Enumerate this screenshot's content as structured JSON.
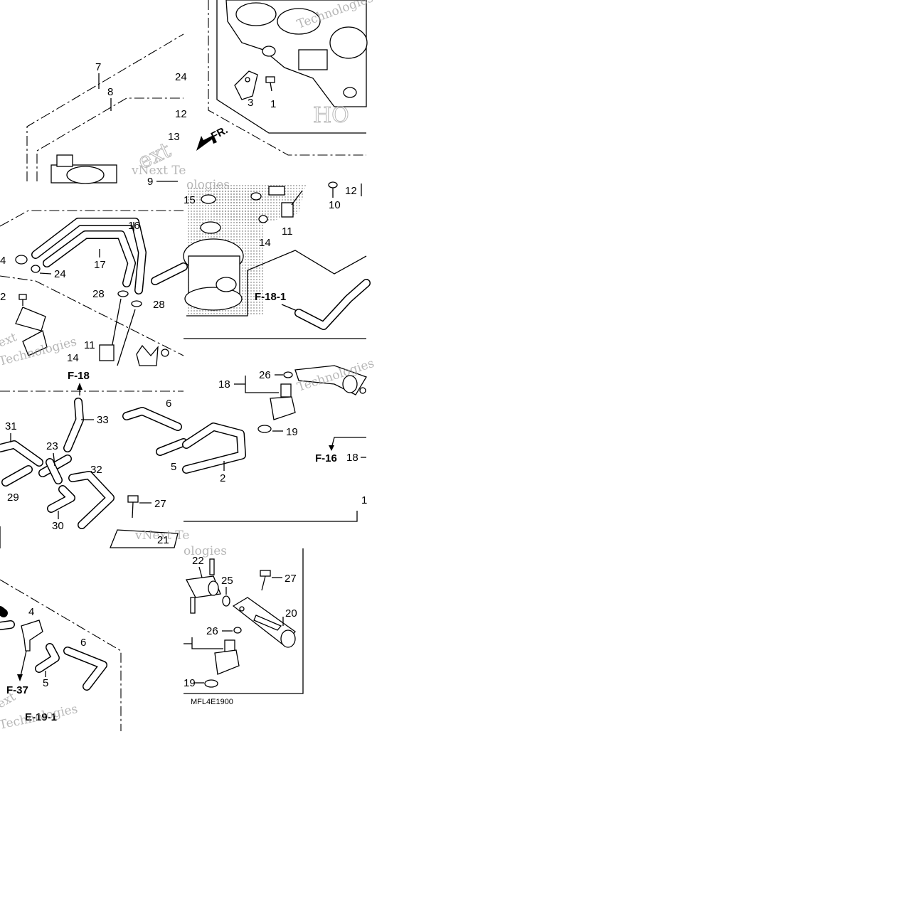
{
  "diagram": {
    "drawing_code": "MFL4E1900",
    "front_arrow_label": "FR.",
    "watermark": {
      "line1": "vNext Te",
      "line2": "Technologies",
      "fragment": "ologies",
      "ext": "ext",
      "brand_fragment": "HO"
    },
    "references": {
      "f18": "F-18",
      "f18_1": "F-18-1",
      "f16": "F-16",
      "f37": "F-37",
      "e19_1": "E-19-1"
    },
    "callouts": {
      "c1": "1",
      "c2": "2",
      "c3": "3",
      "c4": "4",
      "c5": "5",
      "c6": "6",
      "c7": "7",
      "c8": "8",
      "c9": "9",
      "c10": "10",
      "c11": "11",
      "c12": "12",
      "c13": "13",
      "c14": "14",
      "c15": "15",
      "c16": "16",
      "c17": "17",
      "c18": "18",
      "c19": "19",
      "c20": "20",
      "c21": "21",
      "c22": "22",
      "c23": "23",
      "c24": "24",
      "c25": "25",
      "c26": "26",
      "c27": "27",
      "c28": "28",
      "c29": "29",
      "c30": "30",
      "c31": "31",
      "c32": "32",
      "c33": "33"
    }
  }
}
